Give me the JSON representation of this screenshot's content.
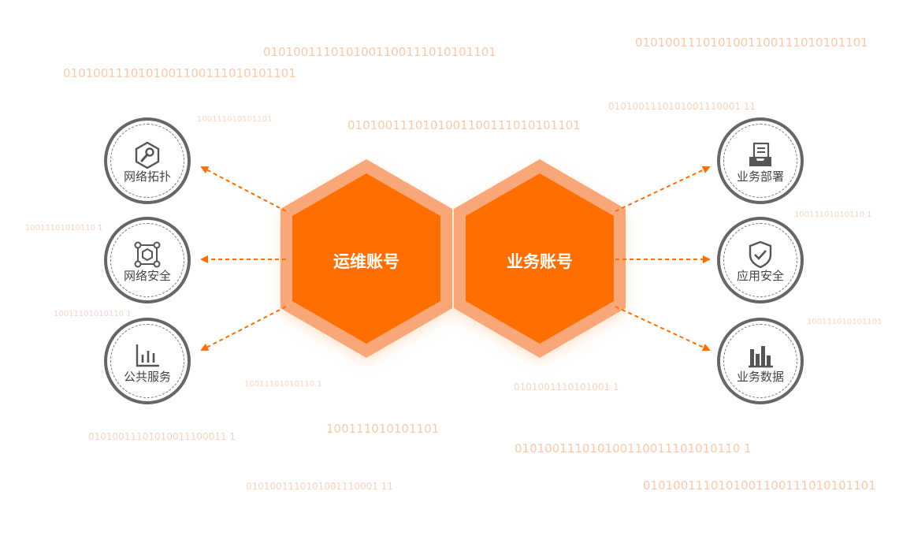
{
  "center": {
    "left_hex_label": "运维账号",
    "right_hex_label": "业务账号"
  },
  "left_nodes": [
    {
      "label": "网络拓扑",
      "icon": "wrench-hexagon-icon"
    },
    {
      "label": "网络安全",
      "icon": "network-nodes-icon"
    },
    {
      "label": "公共服务",
      "icon": "bar-chart-icon"
    }
  ],
  "right_nodes": [
    {
      "label": "业务部署",
      "icon": "inbox-document-icon"
    },
    {
      "label": "应用安全",
      "icon": "shield-check-icon"
    },
    {
      "label": "业务数据",
      "icon": "bar-chart-filled-icon"
    }
  ],
  "background_binary": [
    "010100111010100110011101010110 1",
    "0101001110101001100111010101101",
    "0101001110101001100111010101101",
    "0101001110101001100111010101101",
    "0101001110101001110001 11",
    "100111010101101",
    "10011101010110 1",
    "10011101010110 1",
    "10011101010110 1",
    "100111010101101",
    "10011101010110 1",
    "0101001110101001 1",
    "01010011101010011100011 1",
    "100111010101101",
    "0101001110101001100111010101101",
    "0101001110101001110001 11",
    "0101001110101001100111010101101"
  ],
  "colors": {
    "accent": "#ff6e00",
    "accent_light": "#f8a878",
    "ring": "#666666",
    "bg_digits": "#f7cbb0"
  }
}
